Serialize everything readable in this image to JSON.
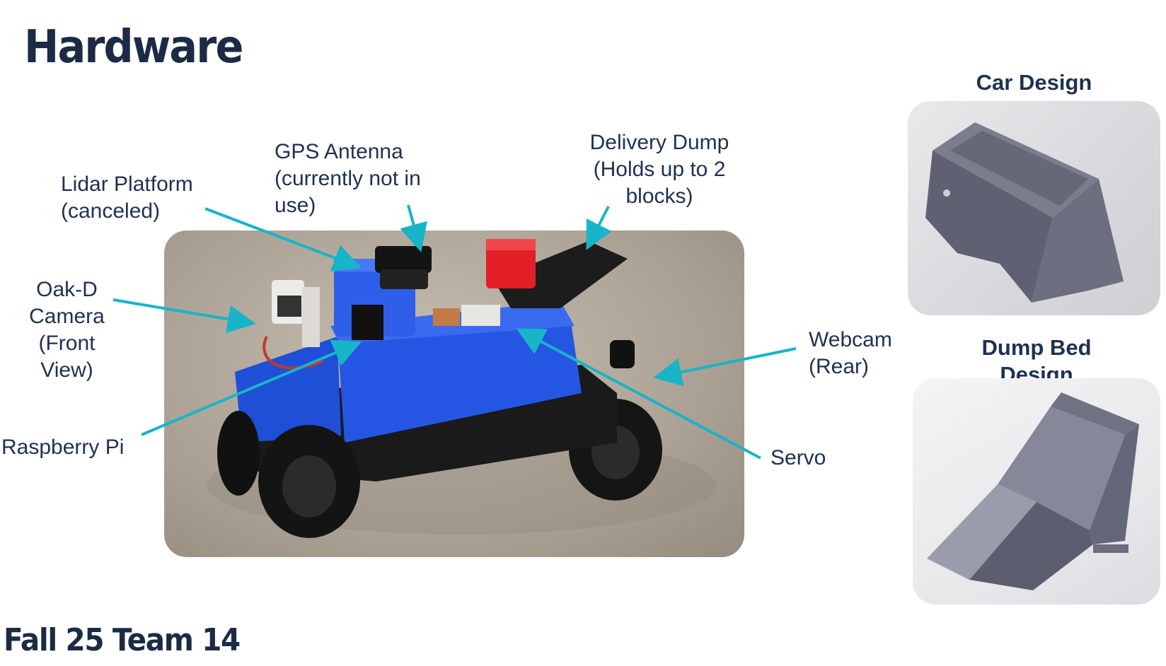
{
  "slide": {
    "title": "Hardware",
    "footer": "Fall 25 Team 14"
  },
  "callouts": {
    "lidar": [
      "Lidar Platform",
      "(canceled)"
    ],
    "gps": [
      "GPS Antenna",
      "(currently not in",
      "use)"
    ],
    "dump": [
      "Delivery Dump",
      "(Holds up to 2",
      "blocks)"
    ],
    "oakd": [
      "Oak-D",
      "Camera",
      "(Front",
      "View)"
    ],
    "raspi": [
      "Raspberry Pi"
    ],
    "webcam": [
      "Webcam",
      "(Rear)"
    ],
    "servo": [
      "Servo"
    ]
  },
  "designs": {
    "car": [
      "Car Design"
    ],
    "dump_bed": [
      "Dump Bed",
      "Design"
    ]
  },
  "colors": {
    "title": "#1c2b45",
    "text": "#1f3150",
    "arrow": "#18b4c8",
    "car_body": "#1f4ed8",
    "dump_block": "#e21f26"
  }
}
